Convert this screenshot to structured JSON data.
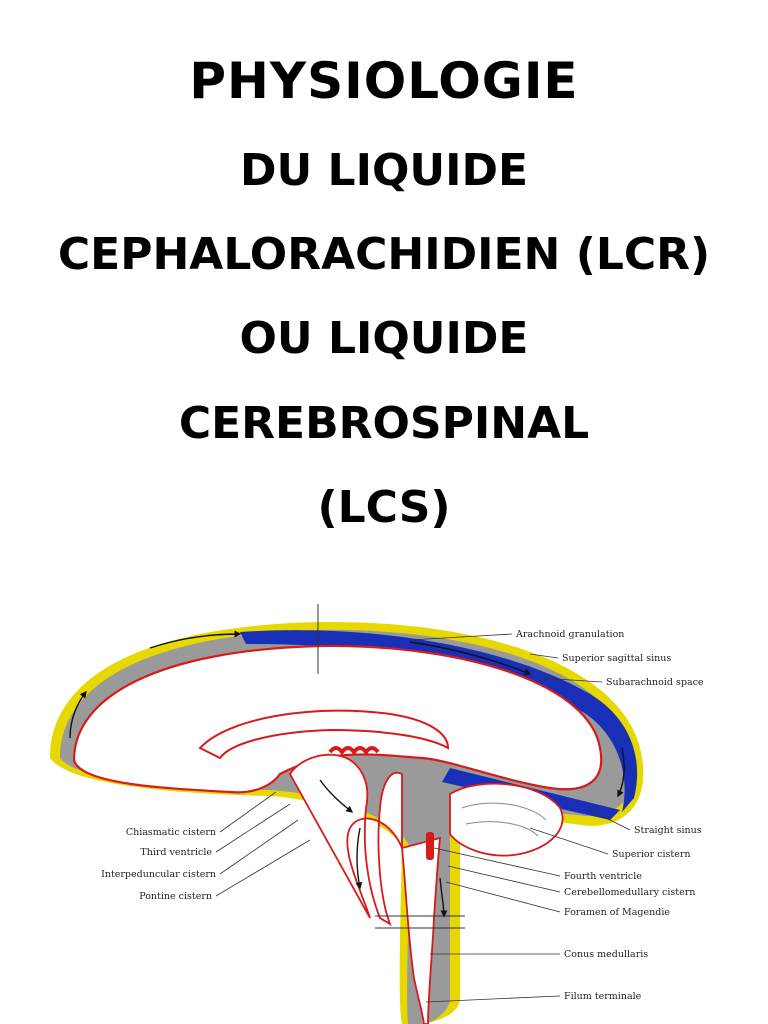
{
  "title": {
    "lines": [
      "PHYSIOLOGIE",
      "DU LIQUIDE",
      "CEPHALORACHIDIEN (LCR)",
      "OU LIQUIDE",
      "CEREBROSPINAL",
      "(LCS)"
    ]
  },
  "figure": {
    "labels_right": [
      "Arachnoid granulation",
      "Superior sagittal sinus",
      "Subarachnoid space",
      "Straight sinus",
      "Superior cistern",
      "Fourth ventricle",
      "Cerebellomedullary cistern",
      "Foramen of Magendie",
      "Conus medullaris",
      "Filum terminale"
    ],
    "labels_left": [
      "Chiasmatic cistern",
      "Third ventricle",
      "Interpeduncular cistern",
      "Pontine cistern"
    ],
    "colors": {
      "sinus": "#1a2fb8",
      "csf_space": "#9a9a9a",
      "dura": "#e6d800",
      "pia": "#d81a1a"
    }
  }
}
